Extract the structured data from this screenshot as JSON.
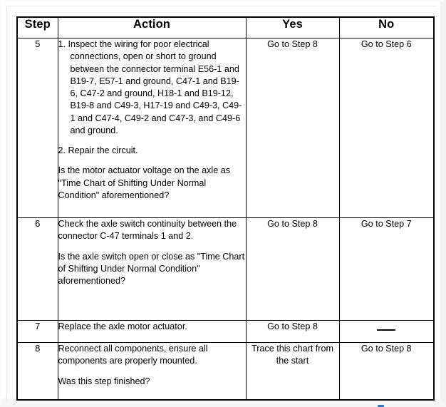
{
  "document": {
    "type": "diagnostic-flow-chart-table",
    "background_color": "#f4f4f6",
    "page_color": "#ffffff",
    "border_color": "#000000"
  },
  "table": {
    "columns": [
      {
        "key": "step",
        "label": "Step"
      },
      {
        "key": "action",
        "label": "Action"
      },
      {
        "key": "yes",
        "label": "Yes"
      },
      {
        "key": "no",
        "label": "No"
      }
    ],
    "rows": [
      {
        "step": "5",
        "action_blocks": [
          {
            "style": "numbered",
            "text": "1. Inspect the wiring for poor electrical connections, open or short to ground between the connector terminal E56-1 and B19-7, E57-1 and ground, C47-1 and B19-6, C47-2 and ground, H18-1 and B19-12, B19-8 and C49-3, H17-19 and C49-3, C49-1 and C47-4, C49-2 and C47-3, and C49-6 and ground."
          },
          {
            "style": "numbered",
            "text": "2. Repair the circuit."
          },
          {
            "style": "plain",
            "text": "Is the motor actuator voltage on the axle as \"Time Chart of Shifting Under Normal Condition\" aforementioned?"
          }
        ],
        "yes": "Go to Step 8",
        "no": "Go to Step 6",
        "answer_align": "bottom"
      },
      {
        "step": "6",
        "action_blocks": [
          {
            "style": "plain",
            "text": "Check the axle switch continuity between the connector C-47 terminals 1 and 2."
          },
          {
            "style": "spaced",
            "text": "Is the axle switch open or close as \"Time Chart of Shifting Under Normal Condition\" aforementioned?"
          }
        ],
        "yes": "Go to Step 8",
        "no": "Go to Step 7",
        "answer_align": "bottom"
      },
      {
        "step": "7",
        "action_blocks": [
          {
            "style": "plain",
            "text": "Replace the axle motor actuator."
          }
        ],
        "yes": "Go to Step 8",
        "no": "—",
        "no_is_dash": true,
        "answer_align": "middle"
      },
      {
        "step": "8",
        "action_blocks": [
          {
            "style": "plain",
            "text": "Reconnect all components, ensure all components are properly mounted."
          },
          {
            "style": "spaced",
            "text": "Was this step finished?"
          }
        ],
        "yes": "Trace this chart from the start",
        "no": "Go to Step 8",
        "answer_align": "middle"
      }
    ]
  }
}
